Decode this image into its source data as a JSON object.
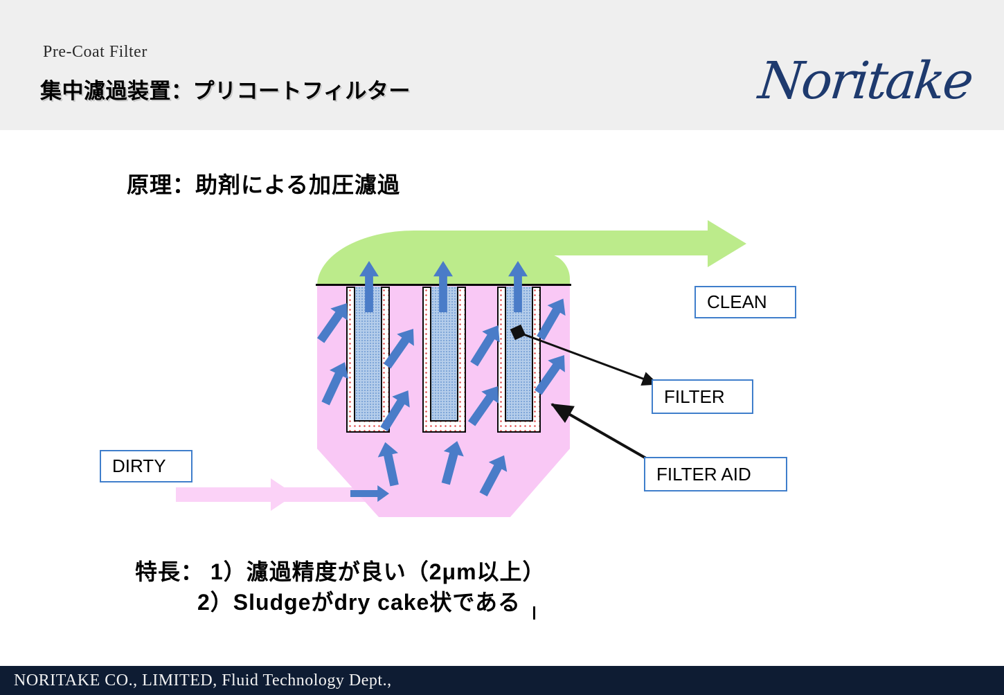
{
  "header": {
    "pre_title": "Pre-Coat Filter",
    "title": "集中濾過装置：プリコートフィルター",
    "logo_text": "Noritake"
  },
  "principle": {
    "heading": "原理：助剤による加圧濾過"
  },
  "diagram": {
    "labels": {
      "clean": "CLEAN",
      "filter": "FILTER",
      "filter_aid": "FILTER AID",
      "dirty": "DIRTY"
    },
    "colors": {
      "vessel_pink": "#F9C8F5",
      "inlet_pink": "#FBD2F7",
      "clean_green": "#BCEB8B",
      "flow_arrow_blue": "#4A7CC8",
      "filter_core_blue": "#B5CDEA",
      "filter_aid_dot_red": "#E05050",
      "label_border_blue": "#3F7ECB",
      "connector_black": "#111111"
    }
  },
  "features": {
    "line1": "特長： 1）濾過精度が良い（2μm以上）",
    "line2": "2）Sludgeがdry cake状である"
  },
  "footer": {
    "text": "NORITAKE CO., LIMITED, Fluid Technology Dept.,"
  }
}
